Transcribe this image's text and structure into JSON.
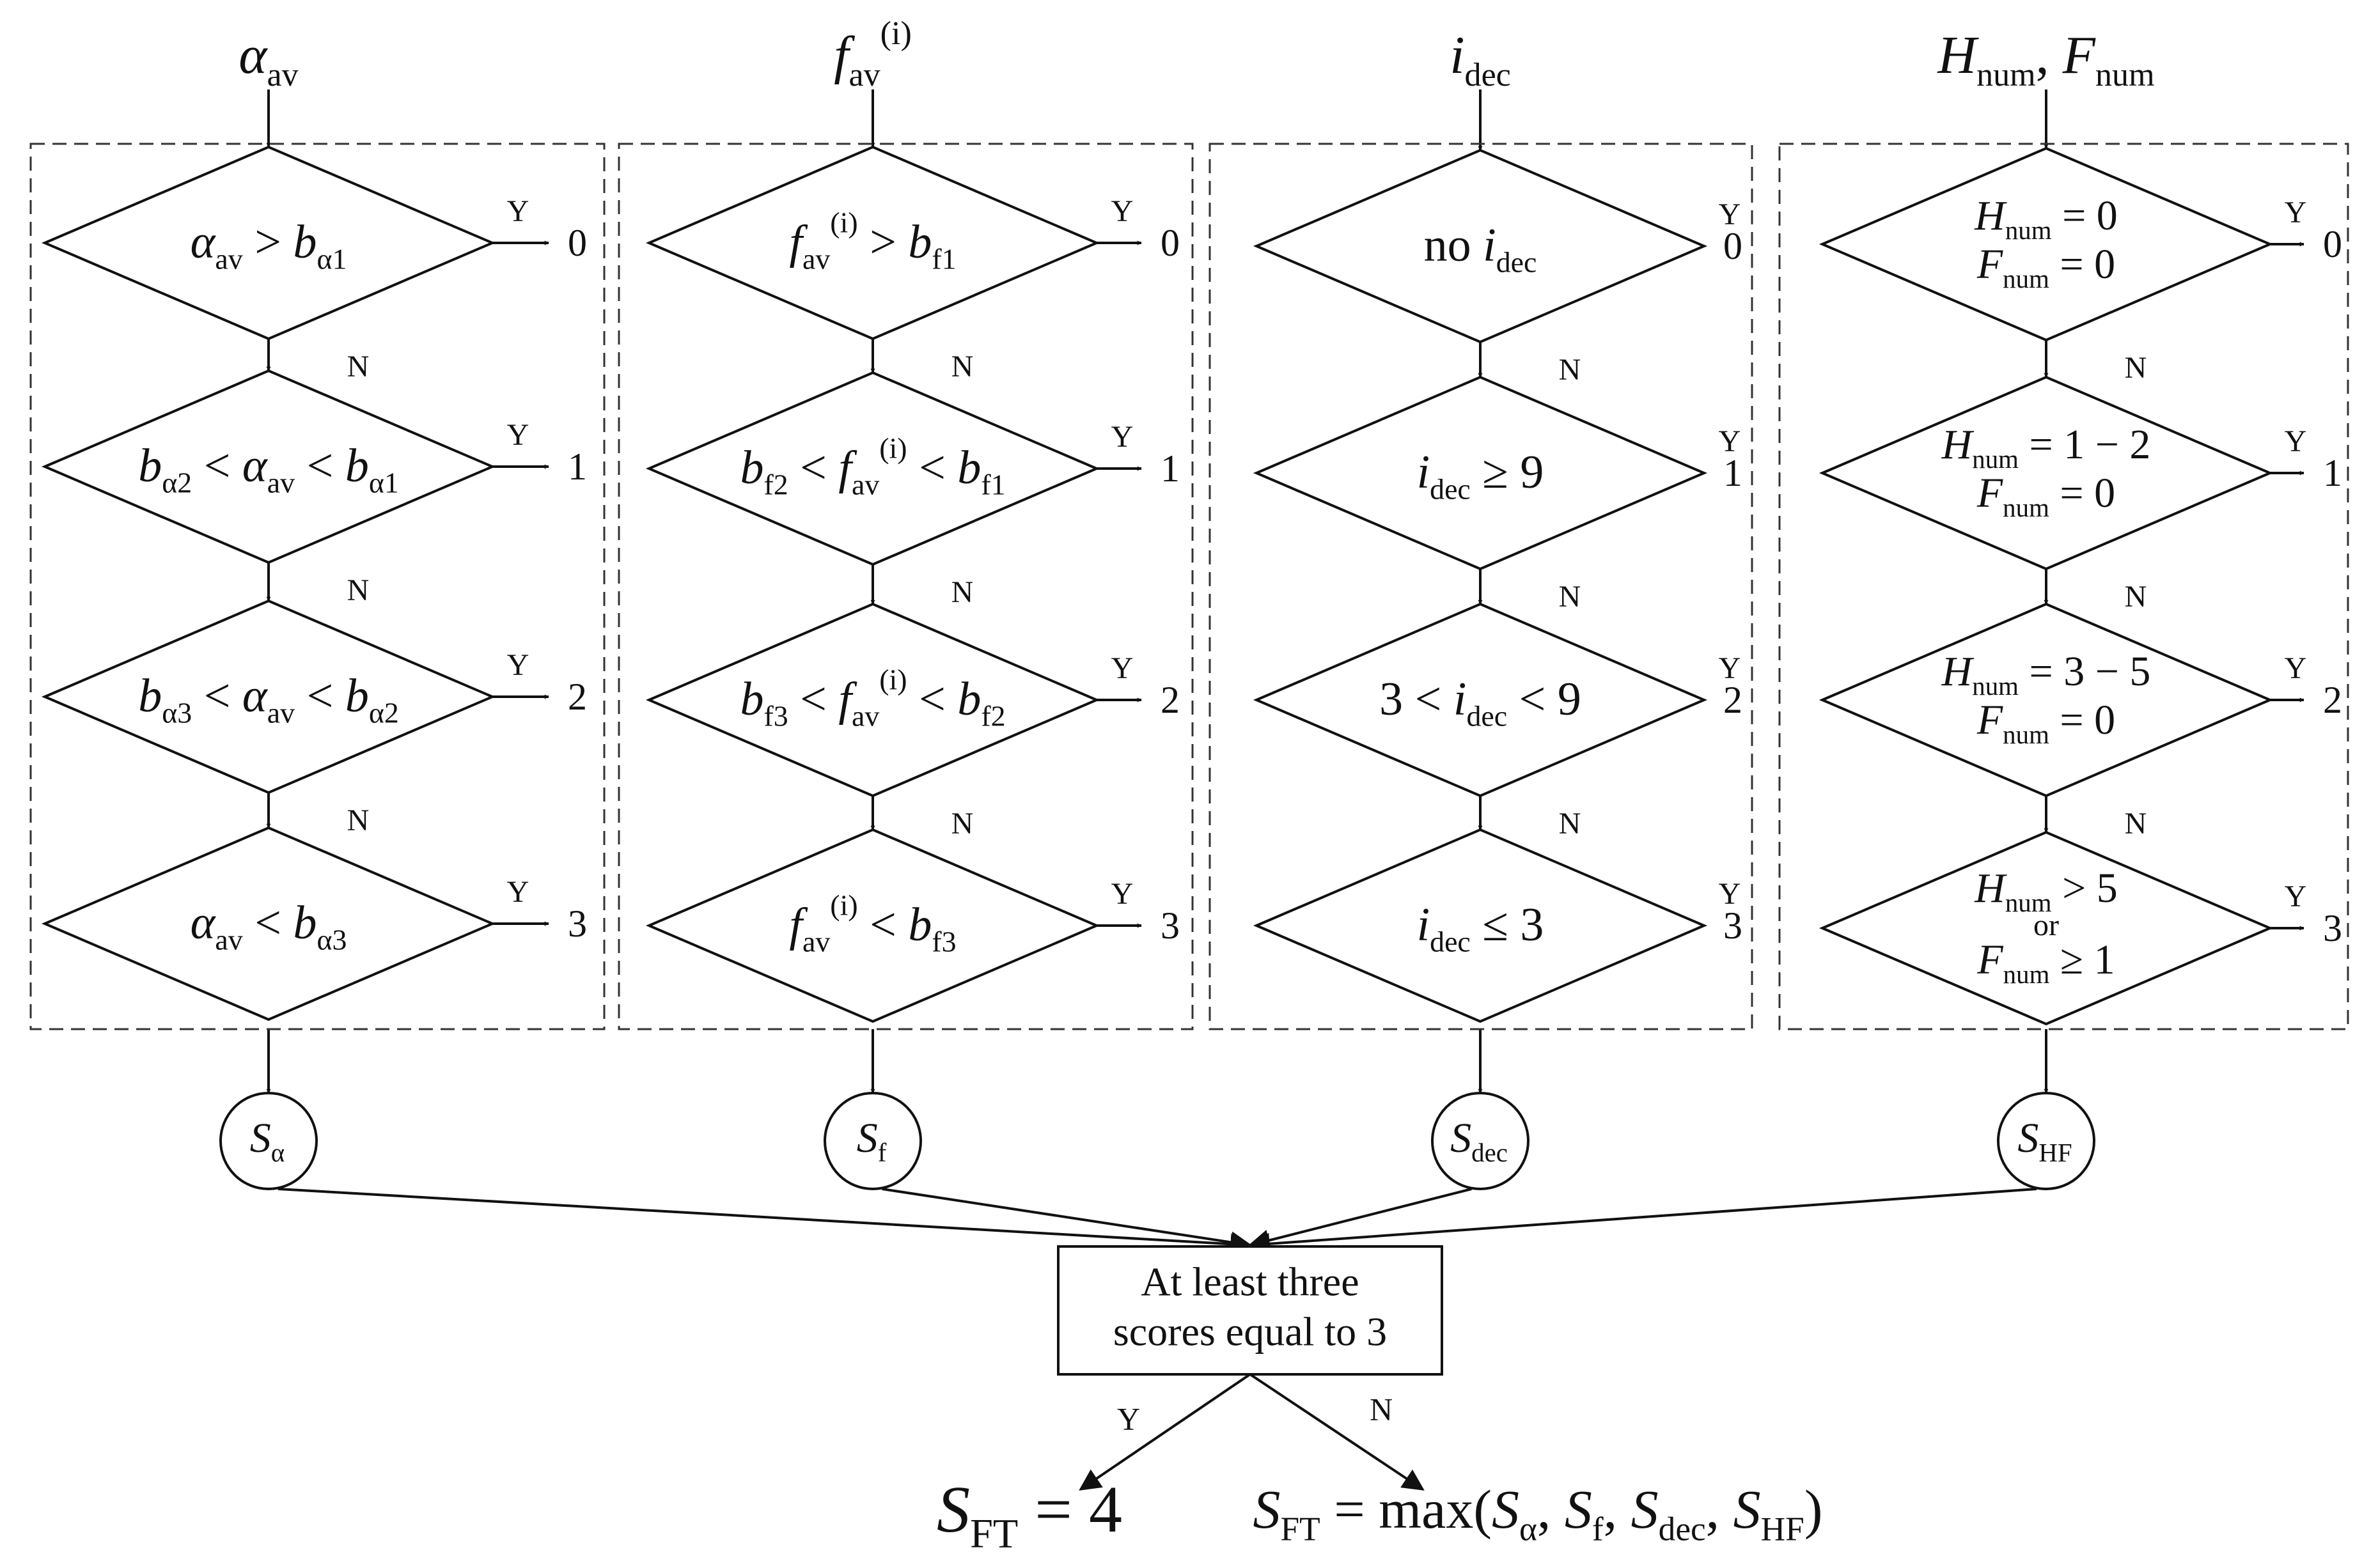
{
  "columns": [
    {
      "id": "alpha",
      "input": {
        "base": "α",
        "sub": "av",
        "sup": ""
      },
      "conditions": [
        {
          "segs": [
            {
              "t": "α",
              "i": 1
            },
            {
              "t": "av",
              "sub": 1
            },
            {
              "t": " > "
            },
            {
              "t": "b",
              "i": 1
            },
            {
              "t": "α1",
              "sub": 1
            }
          ]
        },
        {
          "segs": [
            {
              "t": "b",
              "i": 1
            },
            {
              "t": "α2",
              "sub": 1
            },
            {
              "t": " < "
            },
            {
              "t": "α",
              "i": 1
            },
            {
              "t": "av",
              "sub": 1
            },
            {
              "t": " < "
            },
            {
              "t": "b",
              "i": 1
            },
            {
              "t": "α1",
              "sub": 1
            }
          ]
        },
        {
          "segs": [
            {
              "t": "b",
              "i": 1
            },
            {
              "t": "α3",
              "sub": 1
            },
            {
              "t": " < "
            },
            {
              "t": "α",
              "i": 1
            },
            {
              "t": "av",
              "sub": 1
            },
            {
              "t": " < "
            },
            {
              "t": "b",
              "i": 1
            },
            {
              "t": "α2",
              "sub": 1
            }
          ]
        },
        {
          "segs": [
            {
              "t": "α",
              "i": 1
            },
            {
              "t": "av",
              "sub": 1
            },
            {
              "t": " < "
            },
            {
              "t": "b",
              "i": 1
            },
            {
              "t": "α3",
              "sub": 1
            }
          ]
        }
      ],
      "score": {
        "base": "S",
        "sub": "α"
      }
    },
    {
      "id": "freq",
      "input": {
        "base": "f",
        "sub": "av",
        "sup": "(i)"
      },
      "conditions": [
        {
          "segs": [
            {
              "t": "f",
              "i": 1
            },
            {
              "t": "av",
              "sub": 1
            },
            {
              "t": "(i)",
              "sup": 1
            },
            {
              "t": " > "
            },
            {
              "t": "b",
              "i": 1
            },
            {
              "t": "f1",
              "sub": 1
            }
          ]
        },
        {
          "segs": [
            {
              "t": "b",
              "i": 1
            },
            {
              "t": "f2",
              "sub": 1
            },
            {
              "t": " < "
            },
            {
              "t": "f",
              "i": 1
            },
            {
              "t": "av",
              "sub": 1
            },
            {
              "t": "(i)",
              "sup": 1
            },
            {
              "t": " < "
            },
            {
              "t": "b",
              "i": 1
            },
            {
              "t": "f1",
              "sub": 1
            }
          ]
        },
        {
          "segs": [
            {
              "t": "b",
              "i": 1
            },
            {
              "t": "f3",
              "sub": 1
            },
            {
              "t": " < "
            },
            {
              "t": "f",
              "i": 1
            },
            {
              "t": "av",
              "sub": 1
            },
            {
              "t": "(i)",
              "sup": 1
            },
            {
              "t": " < "
            },
            {
              "t": "b",
              "i": 1
            },
            {
              "t": "f2",
              "sub": 1
            }
          ]
        },
        {
          "segs": [
            {
              "t": "f",
              "i": 1
            },
            {
              "t": "av",
              "sub": 1
            },
            {
              "t": "(i)",
              "sup": 1
            },
            {
              "t": " < "
            },
            {
              "t": "b",
              "i": 1
            },
            {
              "t": "f3",
              "sub": 1
            }
          ]
        }
      ],
      "score": {
        "base": "S",
        "sub": "f"
      }
    },
    {
      "id": "dec",
      "input": {
        "base": "i",
        "sub": "dec",
        "sup": ""
      },
      "conditions": [
        {
          "segs": [
            {
              "t": "no "
            },
            {
              "t": "i",
              "i": 1
            },
            {
              "t": "dec",
              "sub": 1
            }
          ]
        },
        {
          "segs": [
            {
              "t": "i",
              "i": 1
            },
            {
              "t": "dec",
              "sub": 1
            },
            {
              "t": " ≥ 9"
            }
          ]
        },
        {
          "segs": [
            {
              "t": "3 < "
            },
            {
              "t": "i",
              "i": 1
            },
            {
              "t": "dec",
              "sub": 1
            },
            {
              "t": " < 9"
            }
          ]
        },
        {
          "segs": [
            {
              "t": "i",
              "i": 1
            },
            {
              "t": "dec",
              "sub": 1
            },
            {
              "t": " ≤ 3"
            }
          ]
        }
      ],
      "score": {
        "base": "S",
        "sub": "dec"
      }
    },
    {
      "id": "hf",
      "input": {
        "base": "H",
        "sub": "num",
        "sup": "",
        "extra": ", ",
        "base2": "F",
        "sub2": "num"
      },
      "conditions": [
        {
          "lines": [
            [
              {
                "t": "H",
                "i": 1
              },
              {
                "t": "num",
                "sub": 1
              },
              {
                "t": " = 0"
              }
            ],
            [
              {
                "t": "F",
                "i": 1
              },
              {
                "t": "num",
                "sub": 1
              },
              {
                "t": " = 0"
              }
            ]
          ]
        },
        {
          "lines": [
            [
              {
                "t": "H",
                "i": 1
              },
              {
                "t": "num",
                "sub": 1
              },
              {
                "t": " = 1 − 2"
              }
            ],
            [
              {
                "t": "F",
                "i": 1
              },
              {
                "t": "num",
                "sub": 1
              },
              {
                "t": " = 0"
              }
            ]
          ]
        },
        {
          "lines": [
            [
              {
                "t": "H",
                "i": 1
              },
              {
                "t": "num",
                "sub": 1
              },
              {
                "t": " = 3 − 5"
              }
            ],
            [
              {
                "t": "F",
                "i": 1
              },
              {
                "t": "num",
                "sub": 1
              },
              {
                "t": " = 0"
              }
            ]
          ]
        },
        {
          "lines": [
            [
              {
                "t": "H",
                "i": 1
              },
              {
                "t": "num",
                "sub": 1
              },
              {
                "t": " > 5"
              }
            ],
            [
              {
                "t": "or"
              }
            ],
            [
              {
                "t": "F",
                "i": 1
              },
              {
                "t": "num",
                "sub": 1
              },
              {
                "t": " ≥ 1"
              }
            ]
          ]
        }
      ],
      "score": {
        "base": "S",
        "sub": "HF"
      }
    }
  ],
  "branch_labels": {
    "yes": "Y",
    "no": "N"
  },
  "outputs": [
    "0",
    "1",
    "2",
    "3"
  ],
  "decision": {
    "line1": "At least three",
    "line2": "scores equal to 3"
  },
  "result_yes": [
    {
      "t": "S",
      "i": 1
    },
    {
      "t": "FT",
      "sub": 1
    },
    {
      "t": " = 4"
    }
  ],
  "result_no": [
    {
      "t": "S",
      "i": 1
    },
    {
      "t": "FT",
      "sub": 1
    },
    {
      "t": " = max("
    },
    {
      "t": "S",
      "i": 1
    },
    {
      "t": "α",
      "sub": 1
    },
    {
      "t": ", "
    },
    {
      "t": "S",
      "i": 1
    },
    {
      "t": "f",
      "sub": 1
    },
    {
      "t": ", "
    },
    {
      "t": "S",
      "i": 1
    },
    {
      "t": "dec",
      "sub": 1
    },
    {
      "t": ", "
    },
    {
      "t": "S",
      "i": 1
    },
    {
      "t": "HF",
      "sub": 1
    },
    {
      "t": ")"
    }
  ]
}
